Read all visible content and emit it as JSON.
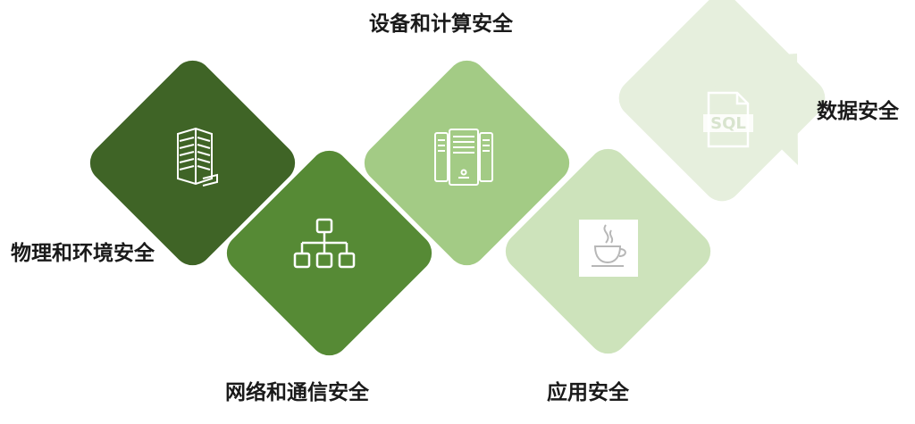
{
  "labels": {
    "physical": "物理和环境安全",
    "network": "网络和通信安全",
    "device": "设备和计算安全",
    "application": "应用安全",
    "data": "数据安全"
  },
  "icons": {
    "physical": "office-building-icon",
    "network": "hierarchy-network-icon",
    "device": "server-rack-icon",
    "application": "java-cup-icon",
    "data": "sql-file-icon"
  },
  "colors": {
    "physical": "#3f6426",
    "network": "#568a35",
    "device": "#a3cb85",
    "application": "#cde3bb",
    "data": "#e6efdd",
    "icon_stroke": "#ffffff",
    "text": "#1a1a1a"
  },
  "sql_badge": "SQL"
}
